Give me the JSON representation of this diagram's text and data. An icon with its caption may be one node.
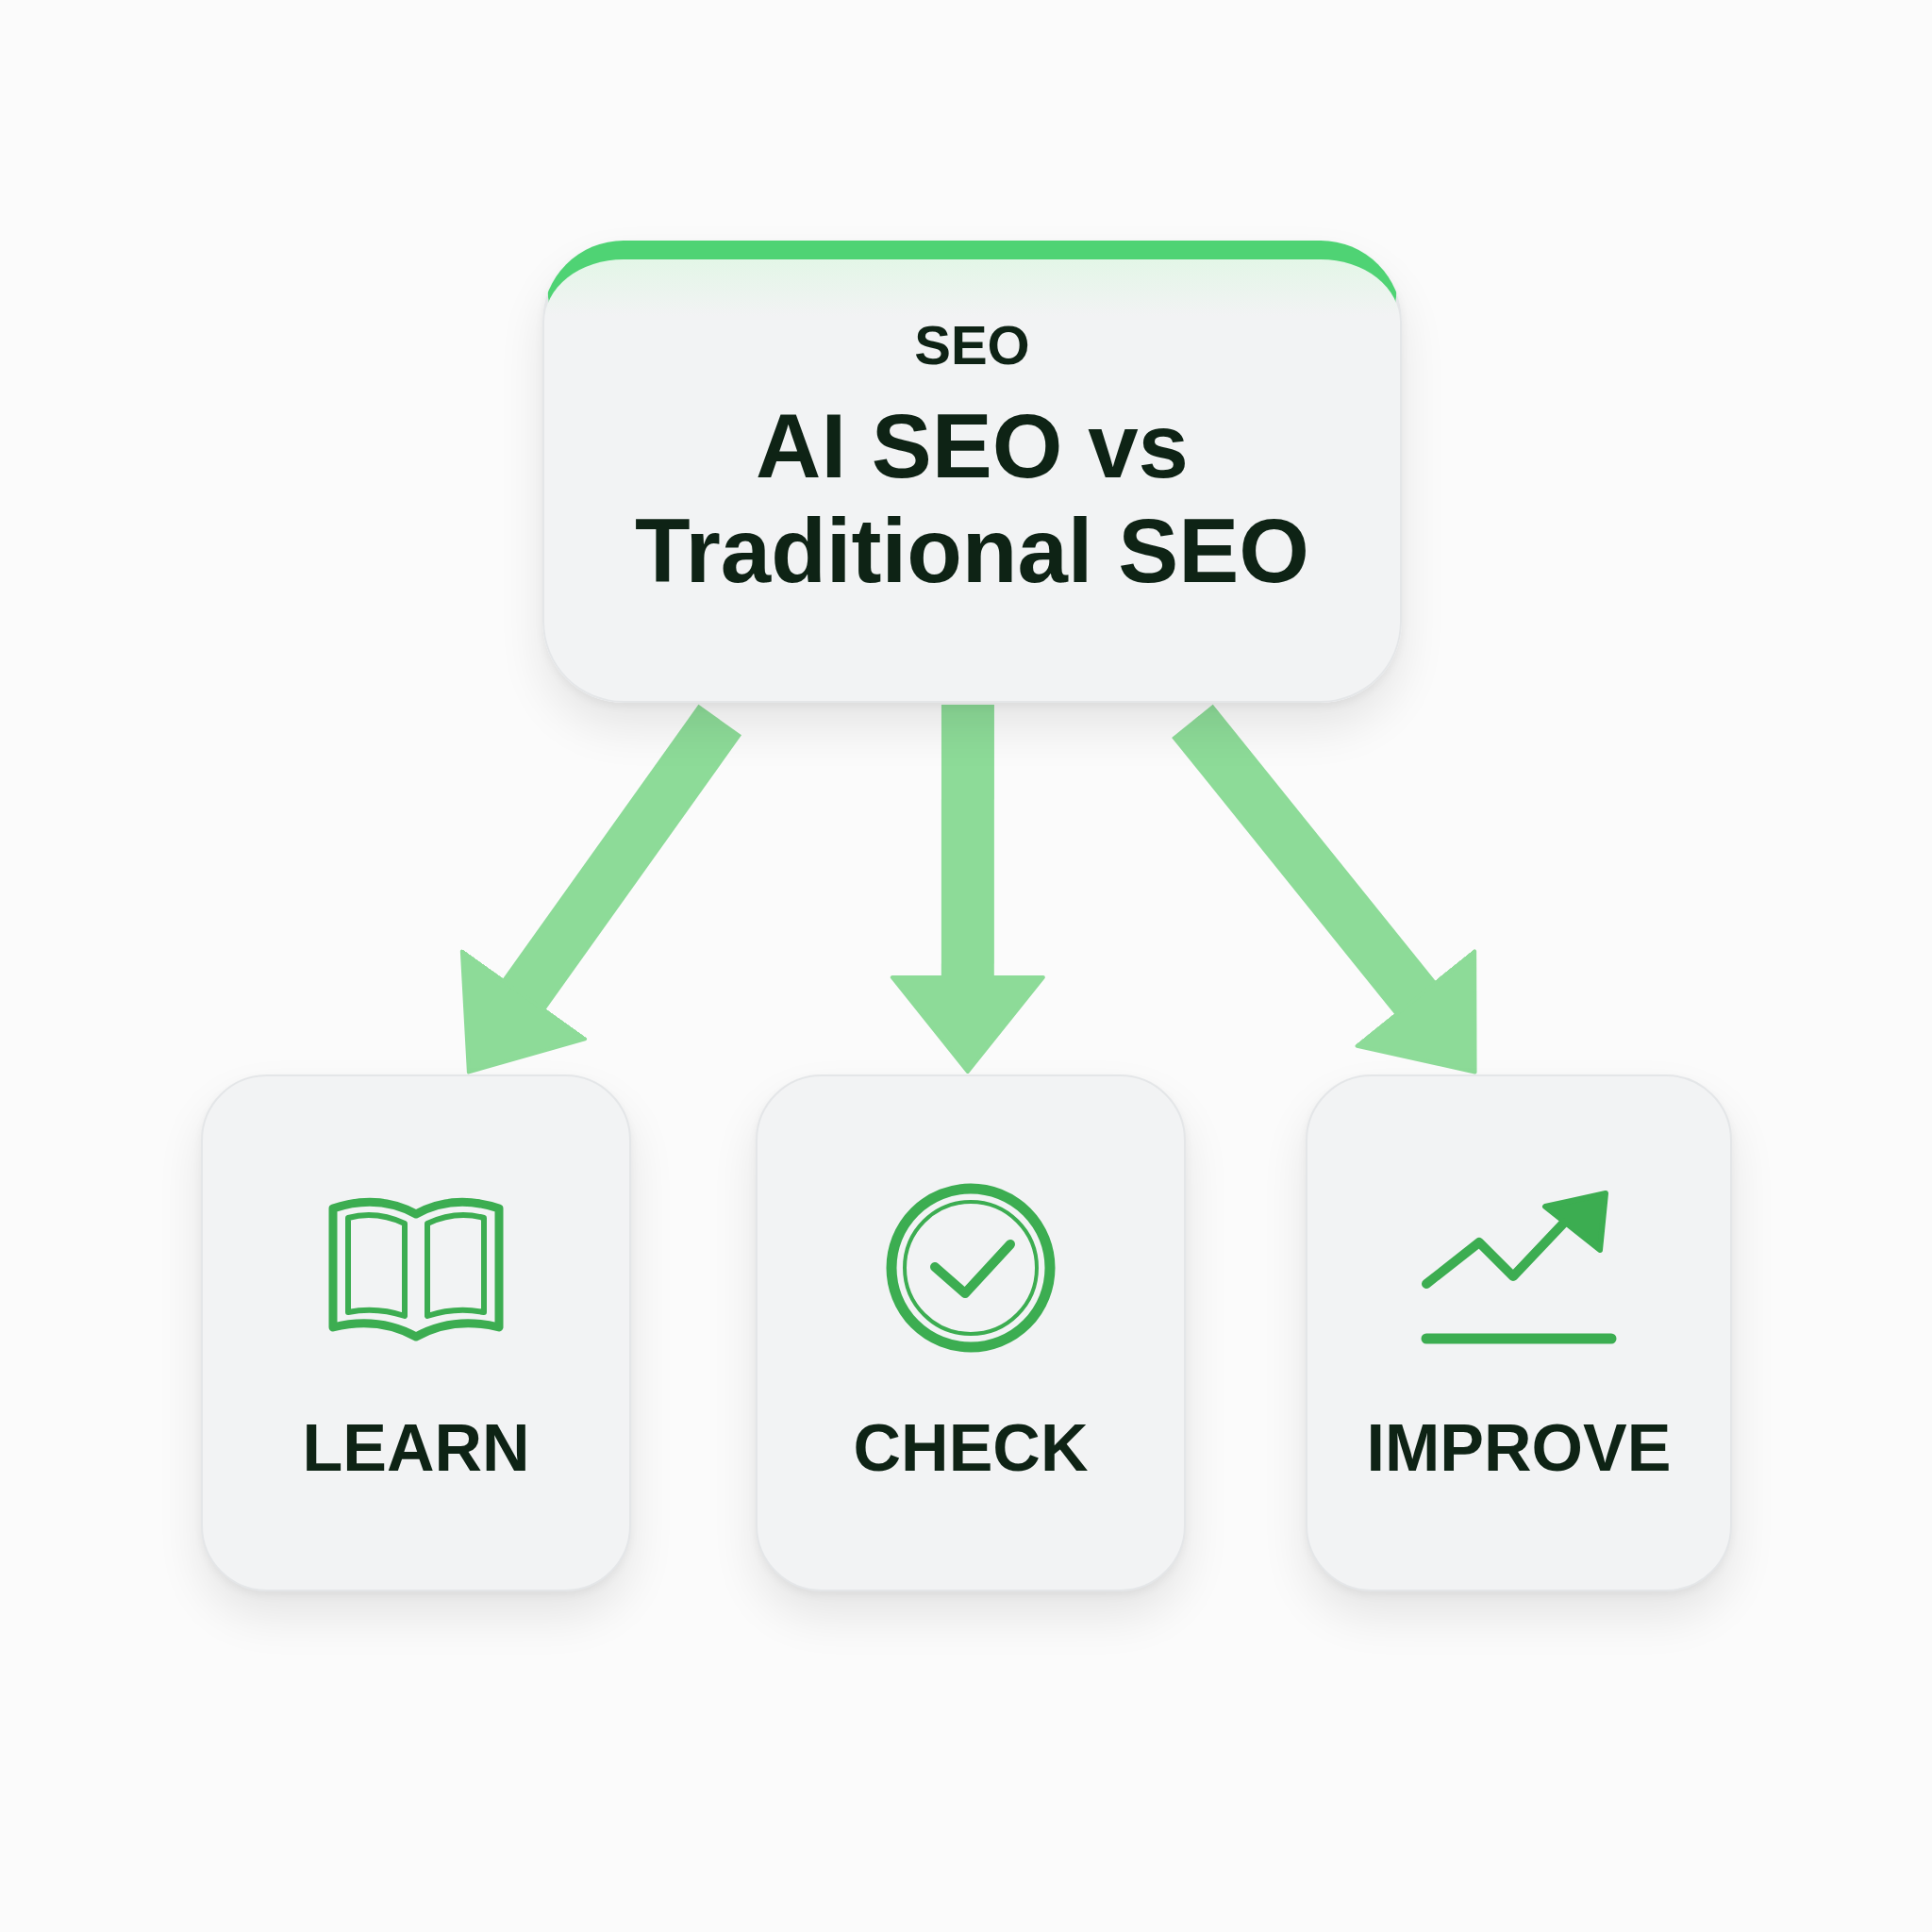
{
  "diagram": {
    "nodes": [
      {
        "text": [
          "SEO",
          "AI SEO vs Traditional SEO"
        ]
      },
      {
        "text": [
          "LEARN"
        ]
      },
      {
        "text": [
          "CHECK"
        ]
      },
      {
        "text": [
          "IMPROVE"
        ]
      }
    ],
    "edges": [
      {
        "from": 0,
        "to": 1,
        "arrow": "to"
      },
      {
        "from": 0,
        "to": 2,
        "arrow": "to"
      },
      {
        "from": 0,
        "to": 3,
        "arrow": "to"
      }
    ]
  }
}
